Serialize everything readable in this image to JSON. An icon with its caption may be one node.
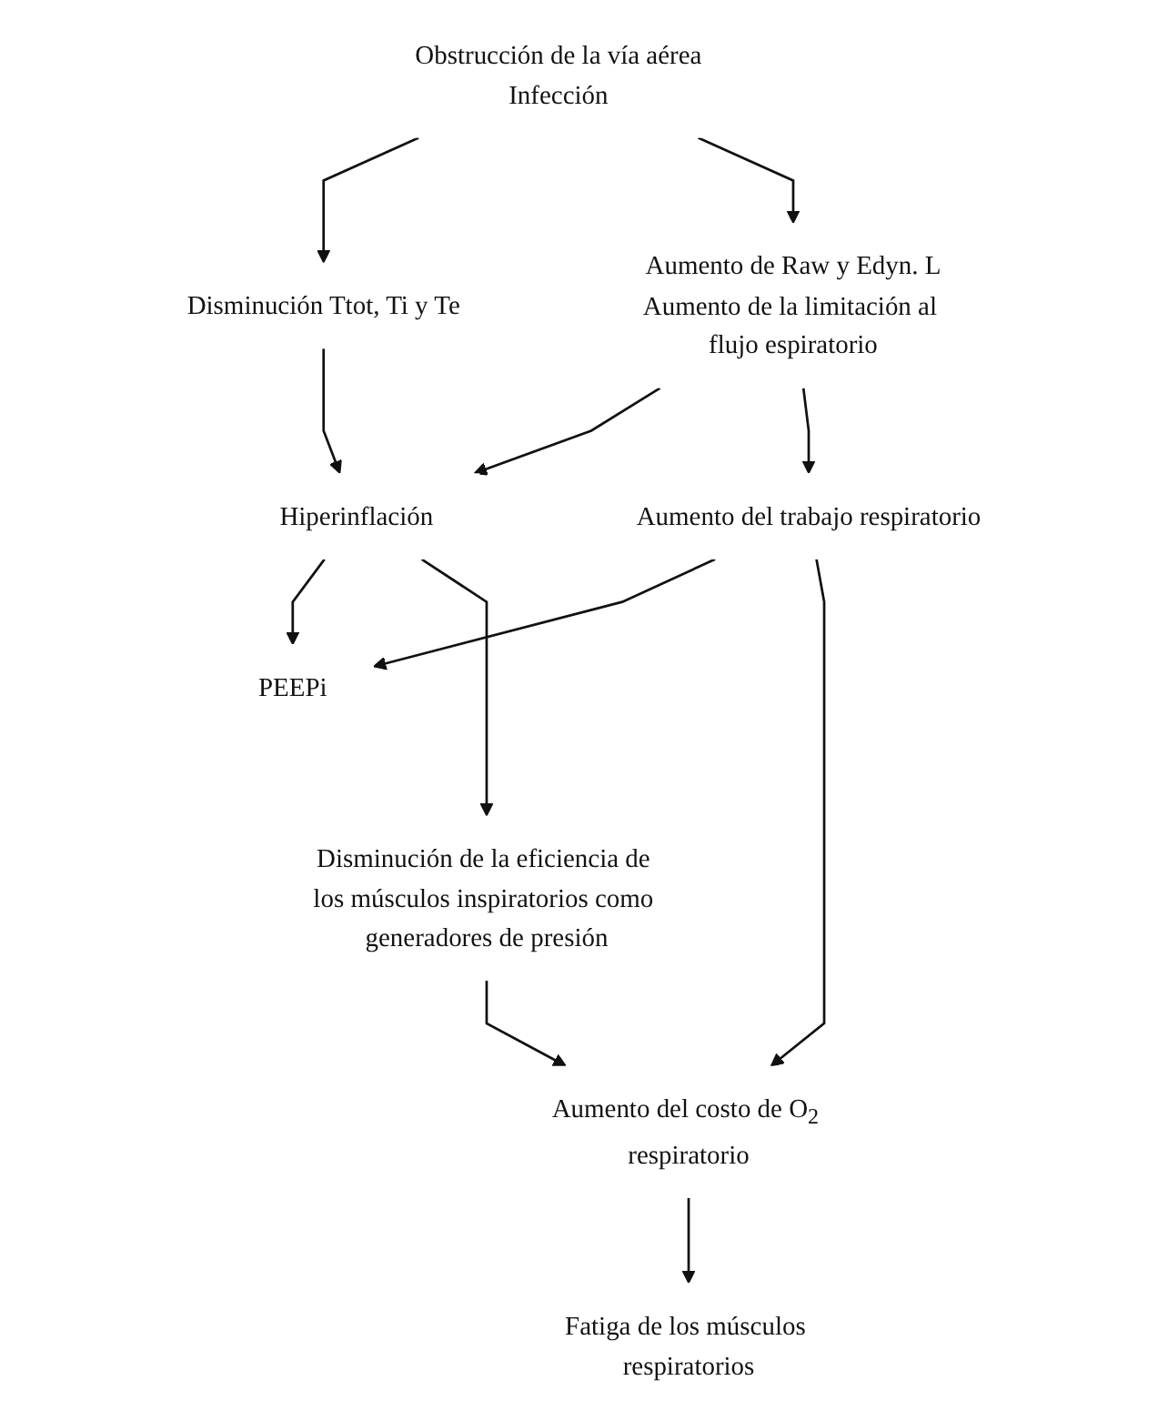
{
  "diagram": {
    "nodes": [
      {
        "text": [
          "Obstrucción de la vía aérea",
          "Infección"
        ]
      },
      {
        "text": [
          "Disminución Ttot, Ti y Te"
        ]
      },
      {
        "text": [
          "Aumento de Raw y Edyn. L",
          "Aumento de la limitación al flujo espiratorio"
        ]
      },
      {
        "text": [
          "Hiperinflación"
        ]
      },
      {
        "text": [
          "Aumento del trabajo respiratorio"
        ]
      },
      {
        "text": [
          "PEEPi"
        ]
      },
      {
        "text": [
          "Disminución de la eficiencia de los músculos inspiratorios como generadores de presión"
        ]
      },
      {
        "text": [
          "Aumento del costo de O$_{2}$ respiratorio"
        ]
      },
      {
        "text": [
          "Fatiga de los músculos respiratorios"
        ]
      }
    ],
    "edges": [
      {
        "from": 0,
        "to": 1,
        "arrow": "to"
      },
      {
        "from": 0,
        "to": 2,
        "arrow": "to"
      },
      {
        "from": 1,
        "to": 3,
        "arrow": "to"
      },
      {
        "from": 2,
        "to": 3,
        "arrow": "to"
      },
      {
        "from": 2,
        "to": 4,
        "arrow": "to"
      },
      {
        "from": 3,
        "to": 5,
        "arrow": "to"
      },
      {
        "from": 4,
        "to": 5,
        "arrow": "to"
      },
      {
        "from": 3,
        "to": 6,
        "arrow": "to"
      },
      {
        "from": 4,
        "to": 7,
        "arrow": "to"
      },
      {
        "from": 6,
        "to": 7,
        "arrow": "to"
      },
      {
        "from": 7,
        "to": 8,
        "arrow": "to"
      }
    ]
  }
}
